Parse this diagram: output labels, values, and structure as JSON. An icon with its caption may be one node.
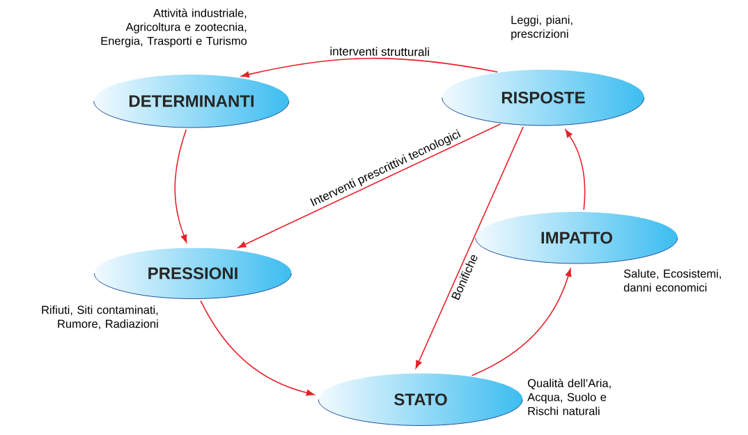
{
  "diagram": {
    "nodes": [
      {
        "text": [
          "DETERMINANTI"
        ]
      },
      {
        "text": [
          "RISPOSTE"
        ]
      },
      {
        "text": [
          "IMPATTO"
        ],
        "beside": [
          "Salute, Ecosistemi, danni economici"
        ]
      },
      {
        "text": [
          "PRESSIONI"
        ],
        "beside": [
          "Rifiuti, Siti contaminati, Rumore, Radiazioni"
        ]
      },
      {
        "text": [
          "STATO"
        ],
        "beside": [
          "Qualità dell’Aria, Acqua, Suolo e Rischi naturali"
        ]
      }
    ],
    "edges": [
      {
        "from": 1,
        "to": 0,
        "arrow": "to",
        "label": "interventi strutturali"
      },
      {
        "from": 0,
        "to": 3,
        "arrow": "to"
      },
      {
        "from": 1,
        "to": 3,
        "arrow": "to",
        "label": "Interventi prescrittivi tecnologici"
      },
      {
        "from": 1,
        "to": 4,
        "arrow": "to",
        "label": "Bonifiche"
      },
      {
        "from": 3,
        "to": 4,
        "arrow": "to"
      },
      {
        "from": 4,
        "to": 2,
        "arrow": "to"
      },
      {
        "from": 2,
        "to": 1,
        "arrow": "to"
      }
    ],
    "labels": [
      "Attività industriale, Agricoltura e zootecnia, Energia, Trasporti e Turismo",
      "Leggi, piani, prescrizioni"
    ]
  }
}
